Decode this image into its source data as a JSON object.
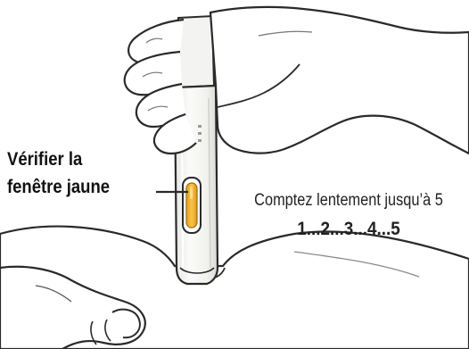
{
  "callout": {
    "line1": "Vérifier la",
    "line2": "fenêtre jaune"
  },
  "count": {
    "instruction": "Comptez lentement jusqu’à 5",
    "sequence": "1...2...3...4...5"
  },
  "colors": {
    "outline": "#2a2a2a",
    "window_yellow": "#f2b32a",
    "window_border": "#9a6a10",
    "pen_body": "#f4f4f2",
    "pen_shade": "#d9d9d6",
    "background": "#ffffff"
  },
  "icons": {
    "hand": "hand-holding-pen",
    "pen": "injection-pen",
    "skin": "skin-fold",
    "window": "yellow-window-indicator"
  }
}
